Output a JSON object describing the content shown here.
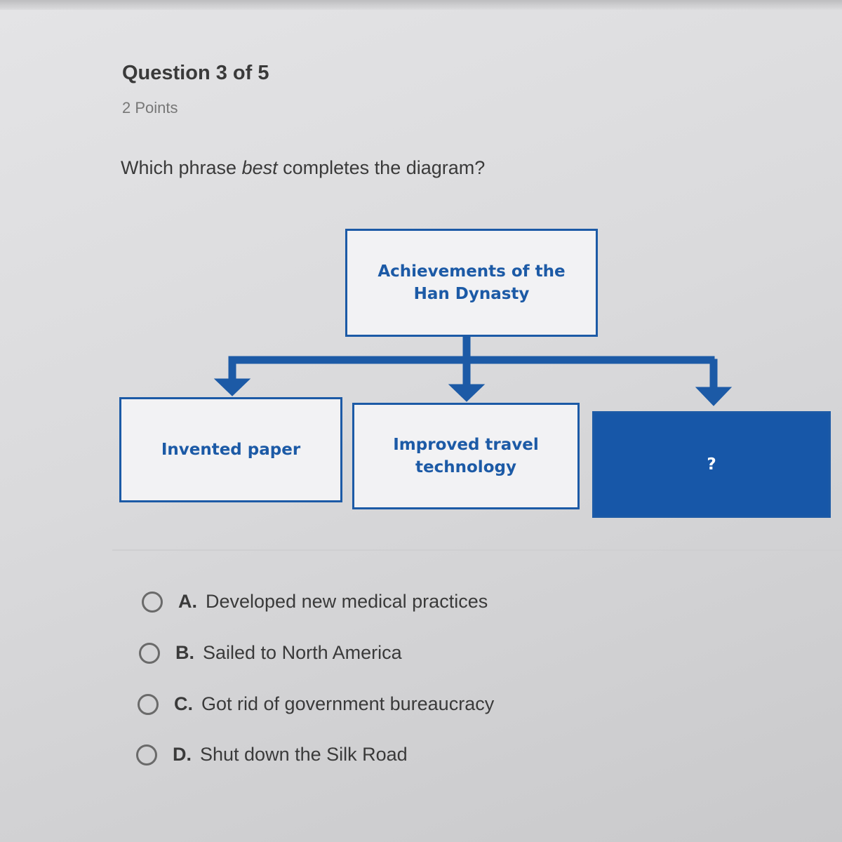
{
  "question": {
    "title": "Question 3 of 5",
    "points": "2 Points",
    "prompt_pre": "Which phrase ",
    "prompt_em": "best",
    "prompt_post": " completes the diagram?"
  },
  "diagram": {
    "root": "Achievements of the Han Dynasty",
    "children": [
      "Invented paper",
      "Improved travel technology",
      "?"
    ],
    "color": "#1757a8"
  },
  "options": [
    {
      "letter": "A.",
      "text": "Developed new medical practices"
    },
    {
      "letter": "B.",
      "text": "Sailed to North America"
    },
    {
      "letter": "C.",
      "text": "Got rid of government bureaucracy"
    },
    {
      "letter": "D.",
      "text": "Shut down the Silk Road"
    }
  ]
}
